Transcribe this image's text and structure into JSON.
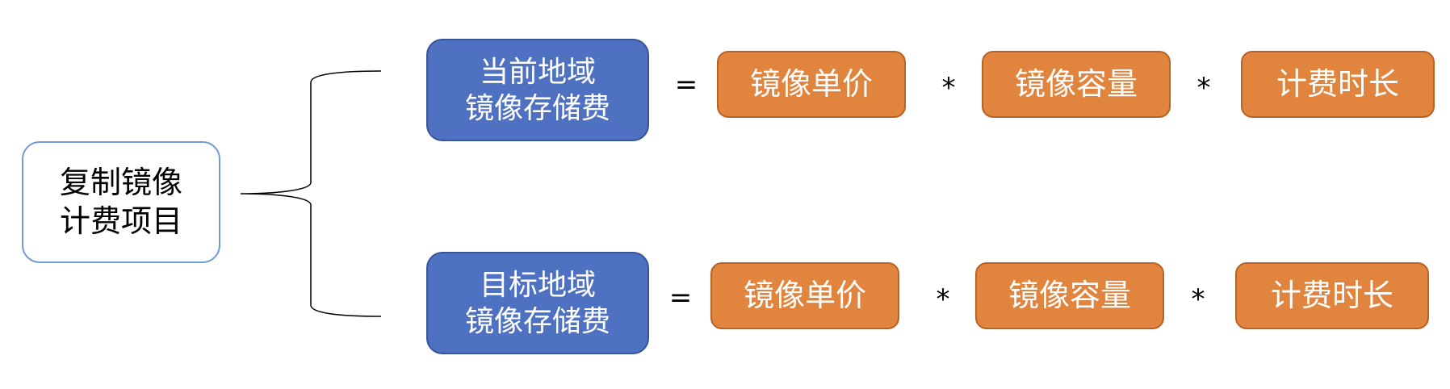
{
  "root": {
    "label": "复制镜像\n计费项目"
  },
  "rows": [
    {
      "region_label": "当前地域\n镜像存储费",
      "equals": "=",
      "terms": [
        "镜像单价",
        "镜像容量",
        "计费时长"
      ],
      "operators": [
        "*",
        "*"
      ]
    },
    {
      "region_label": "目标地域\n镜像存储费",
      "equals": "=",
      "terms": [
        "镜像单价",
        "镜像容量",
        "计费时长"
      ],
      "operators": [
        "*",
        "*"
      ]
    }
  ],
  "colors": {
    "region_fill": "#4f71c2",
    "term_fill": "#e0843e",
    "root_border": "#6f9bd2"
  }
}
